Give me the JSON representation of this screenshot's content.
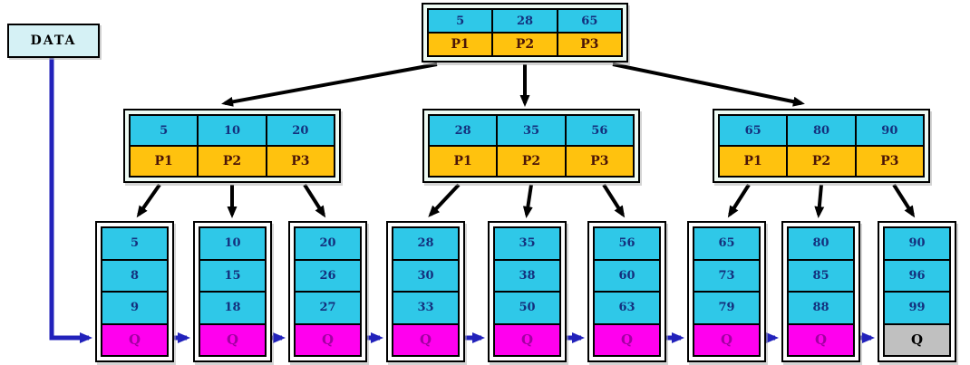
{
  "data_box": {
    "label": "DATA"
  },
  "tree": {
    "root": {
      "keys": [
        "5",
        "28",
        "65"
      ],
      "pointers": [
        "P1",
        "P2",
        "P3"
      ]
    },
    "internal": [
      {
        "keys": [
          "5",
          "10",
          "20"
        ],
        "pointers": [
          "P1",
          "P2",
          "P3"
        ]
      },
      {
        "keys": [
          "28",
          "35",
          "56"
        ],
        "pointers": [
          "P1",
          "P2",
          "P3"
        ]
      },
      {
        "keys": [
          "65",
          "80",
          "90"
        ],
        "pointers": [
          "P1",
          "P2",
          "P3"
        ]
      }
    ],
    "leaves": [
      {
        "values": [
          "5",
          "8",
          "9"
        ],
        "q": "Q"
      },
      {
        "values": [
          "10",
          "15",
          "18"
        ],
        "q": "Q"
      },
      {
        "values": [
          "20",
          "26",
          "27"
        ],
        "q": "Q"
      },
      {
        "values": [
          "28",
          "30",
          "33"
        ],
        "q": "Q"
      },
      {
        "values": [
          "35",
          "38",
          "50"
        ],
        "q": "Q"
      },
      {
        "values": [
          "56",
          "60",
          "63"
        ],
        "q": "Q"
      },
      {
        "values": [
          "65",
          "73",
          "79"
        ],
        "q": "Q"
      },
      {
        "values": [
          "80",
          "85",
          "88"
        ],
        "q": "Q"
      },
      {
        "values": [
          "90",
          "96",
          "99"
        ],
        "q": "Q"
      }
    ]
  },
  "colors": {
    "key_cell": "#2FC8E8",
    "pointer_cell": "#FFC20E",
    "queue_cell": "#FF00EE",
    "queue_cell_last": "#C0C0C0",
    "data_box": "#D5F1F5",
    "tree_arrow": "#000000",
    "link_arrow": "#2222BB",
    "key_text": "#14307D",
    "pointer_text": "#4A1508",
    "queue_text": "#A100A1"
  }
}
